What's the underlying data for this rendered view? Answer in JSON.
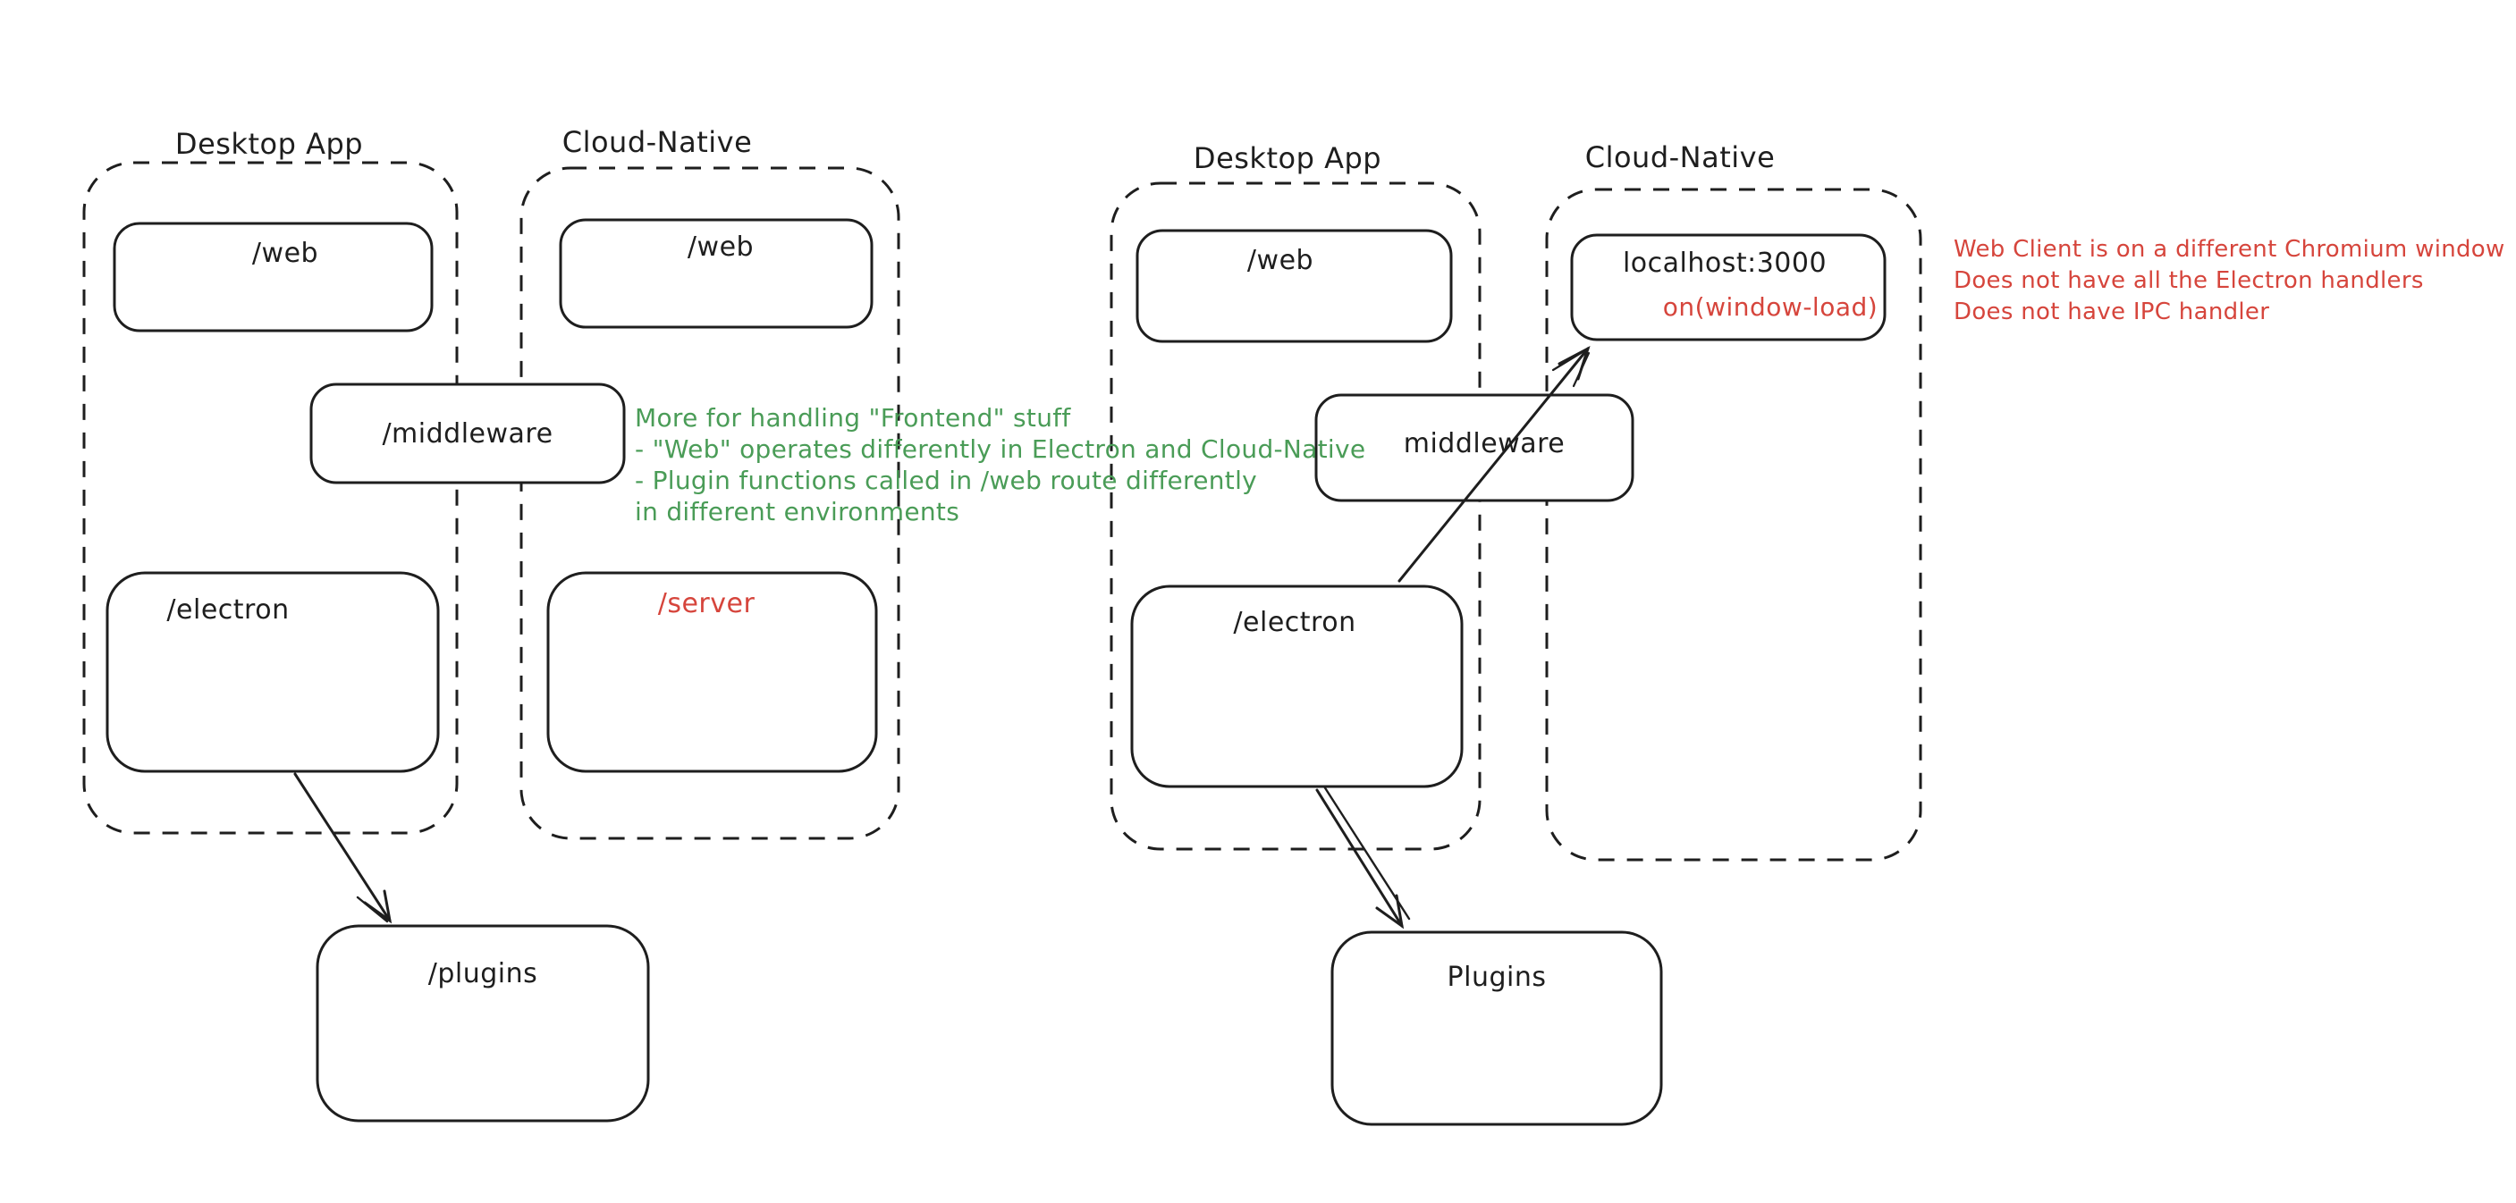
{
  "colors": {
    "stroke": "#1e1e1e",
    "red": "#d6453c",
    "green": "#4a9c57",
    "background": "#ffffff"
  },
  "left_diagram": {
    "desktop_label": "Desktop App",
    "cloud_label": "Cloud-Native",
    "boxes": {
      "desktop_web": "/web",
      "cloud_web": "/web",
      "middleware": "/middleware",
      "electron": "/electron",
      "server": "/server",
      "plugins": "/plugins"
    }
  },
  "right_diagram": {
    "desktop_label": "Desktop App",
    "cloud_label": "Cloud-Native",
    "boxes": {
      "web": "/web",
      "localhost": "localhost:3000",
      "window_load": "on(window-load)",
      "middleware": "middleware",
      "electron": "/electron",
      "plugins": "Plugins"
    }
  },
  "annotations": {
    "green_note": {
      "lines": [
        "More for handling \"Frontend\" stuff",
        "- \"Web\" operates differently in Electron and Cloud-Native",
        "- Plugin functions called in /web route differently",
        "in different environments"
      ]
    },
    "red_note": {
      "lines": [
        "Web Client is on a different Chromium window",
        "Does not have all the Electron handlers",
        "Does not have IPC handler"
      ]
    }
  }
}
